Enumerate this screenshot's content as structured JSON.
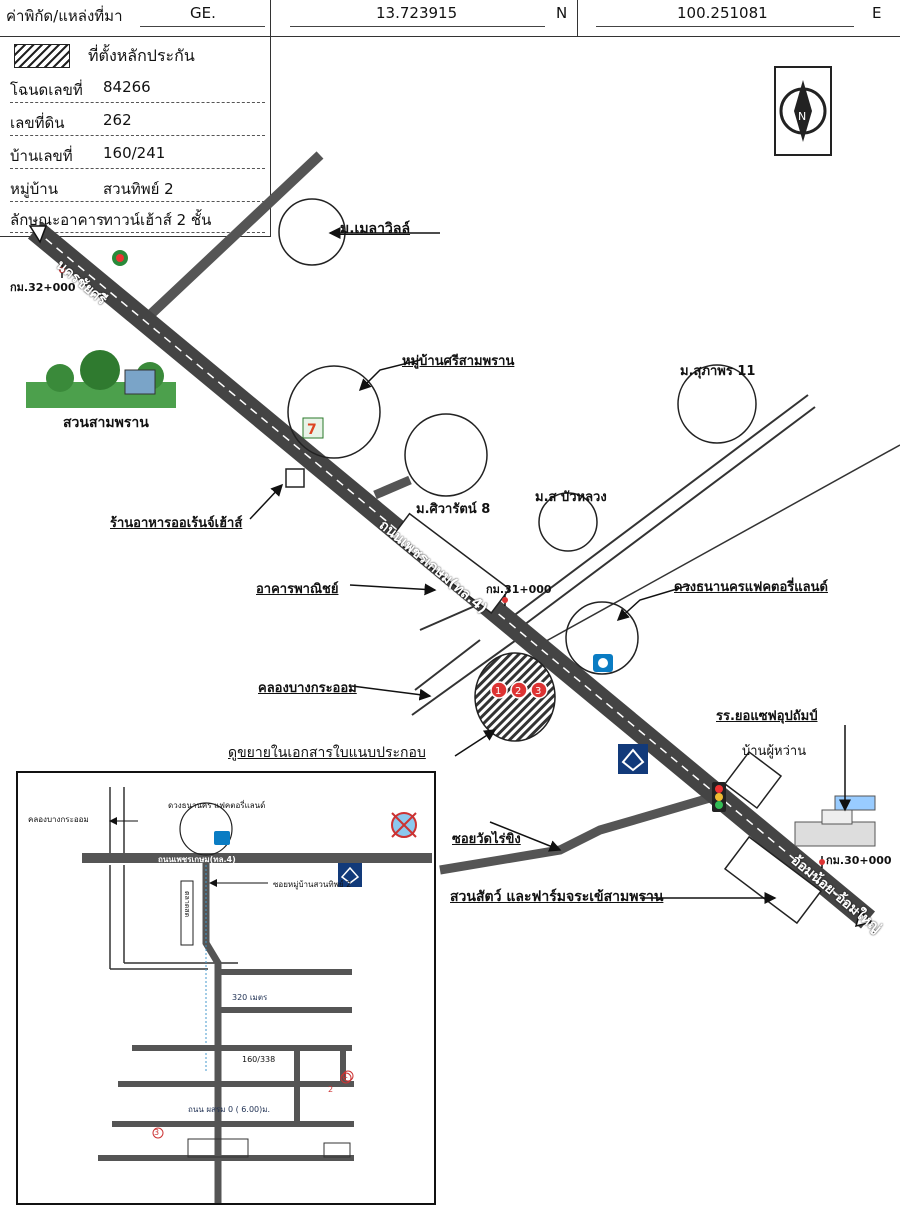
{
  "header": {
    "location_label": "ค่าพิกัด/แหล่งที่มา",
    "source": "GE.",
    "latitude": "13.723915",
    "lat_dir": "N",
    "longitude": "100.251081",
    "lon_dir": "E"
  },
  "info": {
    "legend_label": "ที่ตั้งหลักประกัน",
    "rows": [
      {
        "key": "โฉนดเลขที่",
        "value": "84266"
      },
      {
        "key": "เลขที่ดิน",
        "value": "262"
      },
      {
        "key": "บ้านเลขที่",
        "value": "160/241"
      },
      {
        "key": "หมู่บ้าน",
        "value": "สวนทิพย์ 2"
      },
      {
        "key": "ลักษณะอาคาร",
        "value": "ทาวน์เฮ้าส์ 2 ชั้น"
      }
    ]
  },
  "map": {
    "compass_letter": "N",
    "road_left_dest": "นครชัยศรี",
    "road_right_dest": "อ้อมน้อย-อ้อมใหญ่",
    "main_road": "ถนนเพชรเกษม(ทล.4)",
    "km_32": "กม.32+000",
    "km_31": "กม.31+000",
    "km_30": "กม.30+000",
    "marker_numbers": [
      "1",
      "2",
      "3"
    ],
    "labels": {
      "melaville": "ม.เมลาวิลล์",
      "srisampran": "หมู่บ้านศรีสามพราน",
      "suanpran": "สวนสามพราน",
      "sukapon": "ม.สุภาพร 11",
      "siwarat": "ม.ศิวารัตน์ 8",
      "buaLuang": "ม.ส บัวหลวง",
      "restaurant": "ร้านอาหารออเร้นจ์เฮ้าส์",
      "commercial": "อาคารพาณิชย์",
      "bankFlower": "ดวงธนานครแฟคตอรี่แลนด์",
      "canal": "คลองบางกระออม",
      "seeAttached": "ดูขยายในเอกสารใบแนบประกอบ",
      "school": "รร.ยอแซฟอุปถัมป์",
      "headman": "บ้านผู้หว่าน",
      "watSoi": "ซอยวัดไร่ขิง",
      "zoo": "สวนสัตว์ และฟาร์มจระเข้สามพราน"
    }
  },
  "inset": {
    "canal": "คลองบางกระออม",
    "bankFlower": "ดวงธนานคร แฟคตอรี่แลนด์",
    "main_road": "ถนนเพชรเกษม(ทล.4)",
    "soi": "ซอยหมู่บ้านสวนทิพย์ 2",
    "market": "ตลาดสด",
    "distance": "320 เมตร",
    "house": "160/338",
    "inner_road": "ถนน ผสรม 0 ( 6.00)ม.",
    "numbers": [
      "1",
      "2",
      "3"
    ]
  }
}
